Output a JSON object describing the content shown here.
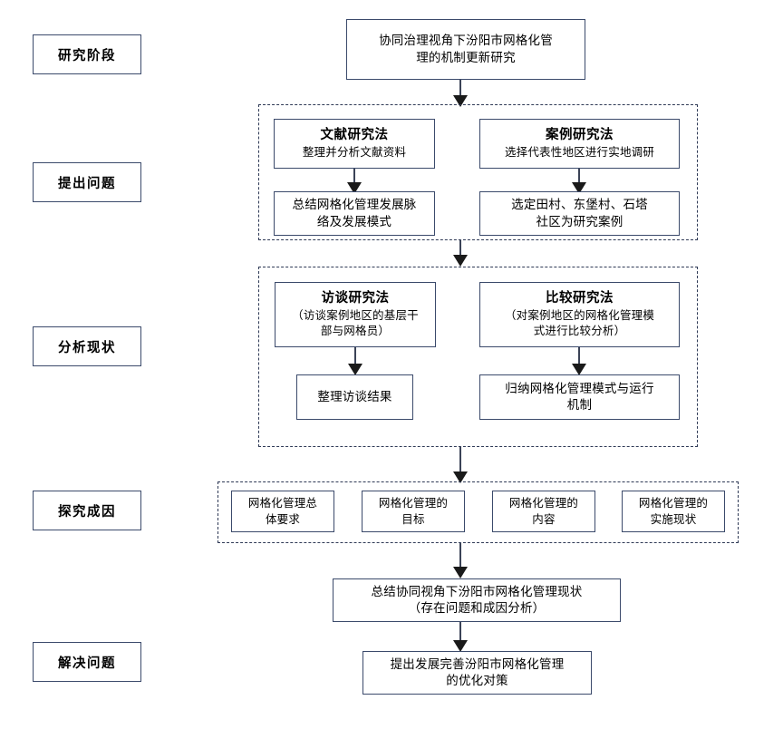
{
  "diagram": {
    "title_box": {
      "lines": [
        "协同治理视角下汾阳市网格化管",
        "理的机制更新研究"
      ]
    },
    "stages": [
      {
        "label": "研究阶段"
      },
      {
        "label": "提出问题"
      },
      {
        "label": "分析现状"
      },
      {
        "label": "探究成因"
      },
      {
        "label": "解决问题"
      }
    ],
    "group1": {
      "method_left": {
        "title": "文献研究法",
        "sub": "整理并分析文献资料"
      },
      "result_left": {
        "lines": [
          "总结网格化管理发展脉",
          "络及发展模式"
        ]
      },
      "method_right": {
        "title": "案例研究法",
        "sub": "选择代表性地区进行实地调研"
      },
      "result_right": {
        "lines": [
          "选定田村、东堡村、石塔",
          "社区为研究案例"
        ]
      }
    },
    "group2": {
      "method_left": {
        "title": "访谈研究法",
        "sub_lines": [
          "（访谈案例地区的基层干",
          "部与网格员）"
        ]
      },
      "result_left": {
        "lines": [
          "整理访谈结果"
        ]
      },
      "method_right": {
        "title": "比较研究法",
        "sub_lines": [
          "（对案例地区的网格化管理模",
          "式进行比较分析）"
        ]
      },
      "result_right": {
        "lines": [
          "归纳网格化管理模式与运行",
          "机制"
        ]
      }
    },
    "group3": {
      "items": [
        {
          "lines": [
            "网格化管理总",
            "体要求"
          ]
        },
        {
          "lines": [
            "网格化管理的",
            "目标"
          ]
        },
        {
          "lines": [
            "网格化管理的",
            "内容"
          ]
        },
        {
          "lines": [
            "网格化管理的",
            "实施现状"
          ]
        }
      ]
    },
    "summary_box": {
      "lines": [
        "总结协同视角下汾阳市网格化管理现状",
        "（存在问题和成因分析）"
      ]
    },
    "solution_box": {
      "lines": [
        "提出发展完善汾阳市网格化管理",
        "的优化对策"
      ]
    },
    "colors": {
      "box_border": "#3b4a6b",
      "dashed_border": "#2f3a56",
      "arrow": "#1a1a1a",
      "background": "#ffffff",
      "text": "#000000"
    }
  }
}
